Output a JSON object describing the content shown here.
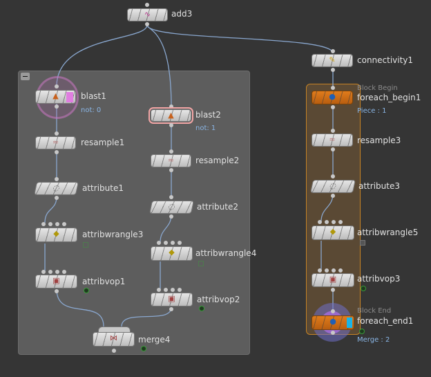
{
  "network": {
    "nodes": {
      "add3": {
        "label": "add3"
      },
      "blast1": {
        "label": "blast1",
        "sub": "not: 0"
      },
      "resample1": {
        "label": "resample1"
      },
      "attribute1": {
        "label": "attribute1"
      },
      "attribwrangle3": {
        "label": "attribwrangle3"
      },
      "attribvop1": {
        "label": "attribvop1"
      },
      "blast2": {
        "label": "blast2",
        "sub": "not: 1"
      },
      "resample2": {
        "label": "resample2"
      },
      "attribute2": {
        "label": "attribute2"
      },
      "attribwrangle4": {
        "label": "attribwrangle4"
      },
      "attribvop2": {
        "label": "attribvop2"
      },
      "merge4": {
        "label": "merge4"
      },
      "connectivity1": {
        "label": "connectivity1"
      },
      "foreach_begin1": {
        "label": "foreach_begin1",
        "meta": "Block Begin",
        "sub": "Piece : 1"
      },
      "resample3": {
        "label": "resample3"
      },
      "attribute3": {
        "label": "attribute3"
      },
      "attribwrangle5": {
        "label": "attribwrangle5"
      },
      "attribvop3": {
        "label": "attribvop3"
      },
      "foreach_end1": {
        "label": "foreach_end1",
        "meta": "Block End",
        "sub": "Merge : 2"
      }
    },
    "colors": {
      "background": "#353535",
      "netbox": "#5d5d5d",
      "block": "#5a4934",
      "block_border": "#c88425",
      "wire": "#8aa8d0",
      "node_orange": "#e07c1c",
      "selected": "#f3a6a6"
    }
  }
}
